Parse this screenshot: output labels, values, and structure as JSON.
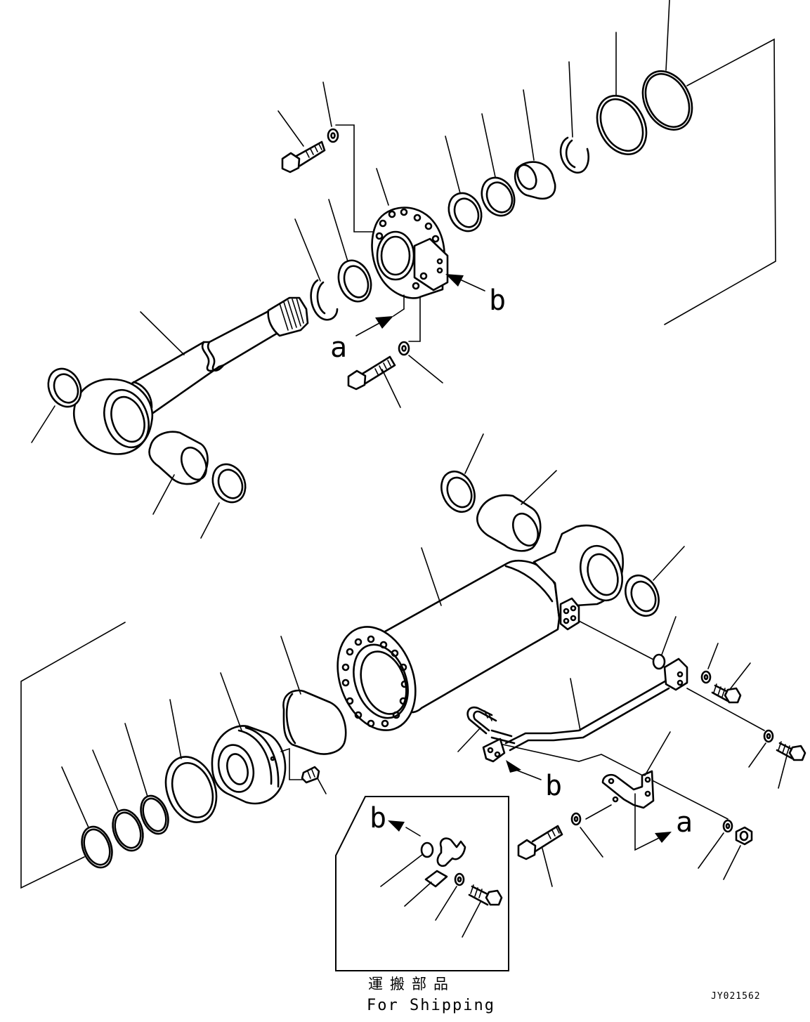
{
  "diagram": {
    "view_labels": {
      "a": "a",
      "b": "b"
    },
    "inset_caption_jp": "運搬部品",
    "inset_caption_en": "For Shipping",
    "drawing_code": "JY021562"
  }
}
